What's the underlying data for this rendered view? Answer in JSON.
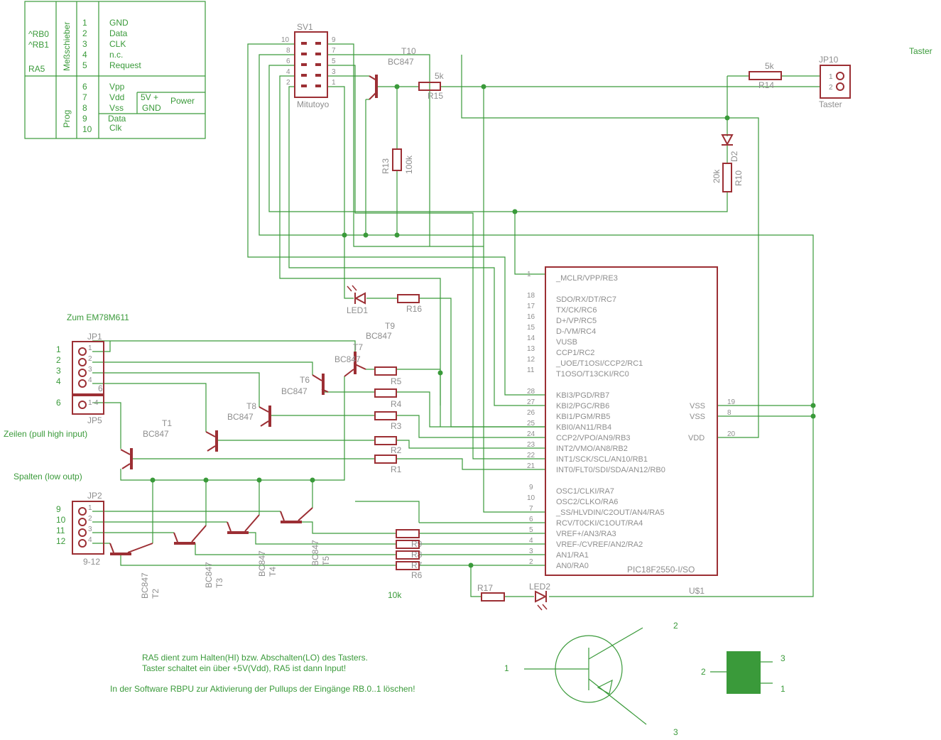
{
  "table": {
    "rb0": "^RB0",
    "rb1": "^RB1",
    "ra5": "RA5",
    "mess": "Meßschieber",
    "prog": "Prog",
    "nums1": [
      "1",
      "2",
      "3",
      "4",
      "5"
    ],
    "sigs1": [
      "GND",
      "Data",
      "CLK",
      "n.c.",
      "Request"
    ],
    "nums2": [
      "6",
      "7",
      "8",
      "9",
      "10"
    ],
    "sigs2": [
      "Vpp",
      "Vdd",
      "Vss",
      "Data",
      "Clk"
    ],
    "gnd": "GND",
    "v5": "5V +",
    "power": "Power"
  },
  "sv1": {
    "name": "SV1",
    "value": "Mitutoyo",
    "pins": [
      "10",
      "9",
      "8",
      "7",
      "6",
      "5",
      "4",
      "3",
      "2",
      "1"
    ]
  },
  "t10": {
    "name": "T10",
    "value": "BC847"
  },
  "r15": {
    "name": "R15",
    "value": "5k"
  },
  "r14": {
    "name": "R14",
    "value": "5k"
  },
  "jp10": {
    "name": "JP10",
    "value": "Taster",
    "pins": [
      "1",
      "2"
    ]
  },
  "taster_title": "Taster",
  "r13": {
    "name": "R13",
    "value": "100k"
  },
  "d2": {
    "name": "D2"
  },
  "r10": {
    "name": "R10",
    "value": "20k"
  },
  "led1": "LED1",
  "r16": "R16",
  "em_title": "Zum EM78M611",
  "jp1": {
    "name": "JP1",
    "pins": [
      "1",
      "2",
      "3",
      "4"
    ],
    "outer": [
      "1",
      "2",
      "3",
      "4"
    ],
    "pin6": "6"
  },
  "jp5": {
    "name": "JP5",
    "pin": "1-4",
    "outer": "6"
  },
  "zeilen": "Zeilen (pull high input)",
  "spalten": "Spalten (low outp)",
  "jp2": {
    "name": "JP2",
    "value": "9-12",
    "pins": [
      "1",
      "2",
      "3",
      "4"
    ],
    "outer": [
      "9",
      "10",
      "11",
      "12"
    ]
  },
  "transistors": {
    "t9": "T9",
    "t7": "T7",
    "t6": "T6",
    "t8": "T8",
    "t1": "T1",
    "t2": "T2",
    "t3": "T3",
    "t4": "T4",
    "t5": "T5",
    "bc847": "BC847"
  },
  "resistors": {
    "r1": "R1",
    "r2": "R2",
    "r3": "R3",
    "r4": "R4",
    "r5": "R5",
    "r6": "R6",
    "r7": "R7",
    "r8": "R8",
    "r9": "R9",
    "r17": "R17"
  },
  "r10k": "10k",
  "led2": "LED2",
  "u1": "U$1",
  "pic": {
    "name": "PIC18F2550-I/SO",
    "left_pins": [
      {
        "num": "1",
        "label": "_MCLR/VPP/RE3"
      },
      {
        "num": "18",
        "label": "SDO/RX/DT/RC7"
      },
      {
        "num": "17",
        "label": "TX/CK/RC6"
      },
      {
        "num": "16",
        "label": "D+/VP/RC5"
      },
      {
        "num": "15",
        "label": "D-/VM/RC4"
      },
      {
        "num": "14",
        "label": "VUSB"
      },
      {
        "num": "13",
        "label": "CCP1/RC2"
      },
      {
        "num": "12",
        "label": "_UOE/T1OSI/CCP2/RC1"
      },
      {
        "num": "11",
        "label": "T1OSO/T13CKI/RC0"
      },
      {
        "num": "28",
        "label": "KBI3/PGD/RB7"
      },
      {
        "num": "27",
        "label": "KBI2/PGC/RB6"
      },
      {
        "num": "26",
        "label": "KBI1/PGM/RB5"
      },
      {
        "num": "25",
        "label": "KBI0/AN11/RB4"
      },
      {
        "num": "24",
        "label": "CCP2/VPO/AN9/RB3"
      },
      {
        "num": "23",
        "label": "INT2/VMO/AN8/RB2"
      },
      {
        "num": "22",
        "label": "INT1/SCK/SCL/AN10/RB1"
      },
      {
        "num": "21",
        "label": "INT0/FLT0/SDI/SDA/AN12/RB0"
      },
      {
        "num": "9",
        "label": "OSC1/CLKI/RA7"
      },
      {
        "num": "10",
        "label": "OSC2/CLKO/RA6"
      },
      {
        "num": "7",
        "label": "_SS/HLVDIN/C2OUT/AN4/RA5"
      },
      {
        "num": "6",
        "label": "RCV/T0CKI/C1OUT/RA4"
      },
      {
        "num": "5",
        "label": "VREF+/AN3/RA3"
      },
      {
        "num": "4",
        "label": "VREF-/CVREF/AN2/RA2"
      },
      {
        "num": "3",
        "label": "AN1/RA1"
      },
      {
        "num": "2",
        "label": "AN0/RA0"
      }
    ],
    "right_pins": [
      {
        "num": "19",
        "label": "VSS"
      },
      {
        "num": "8",
        "label": "VSS"
      },
      {
        "num": "20",
        "label": "VDD"
      }
    ]
  },
  "notes": [
    "RA5 dient zum Halten(HI) bzw. Abschalten(LO) des Tasters.",
    "Taster schaltet ein über +5V(Vdd), RA5 ist dann Input!",
    "In der Software RBPU zur Aktivierung der Pullups der Eingänge RB.0..1 löschen!"
  ],
  "pinout": {
    "b": "1",
    "c": "2",
    "e": "3",
    "pkg_base": "2",
    "pkg_top": "3",
    "pkg_bottom": "1"
  }
}
